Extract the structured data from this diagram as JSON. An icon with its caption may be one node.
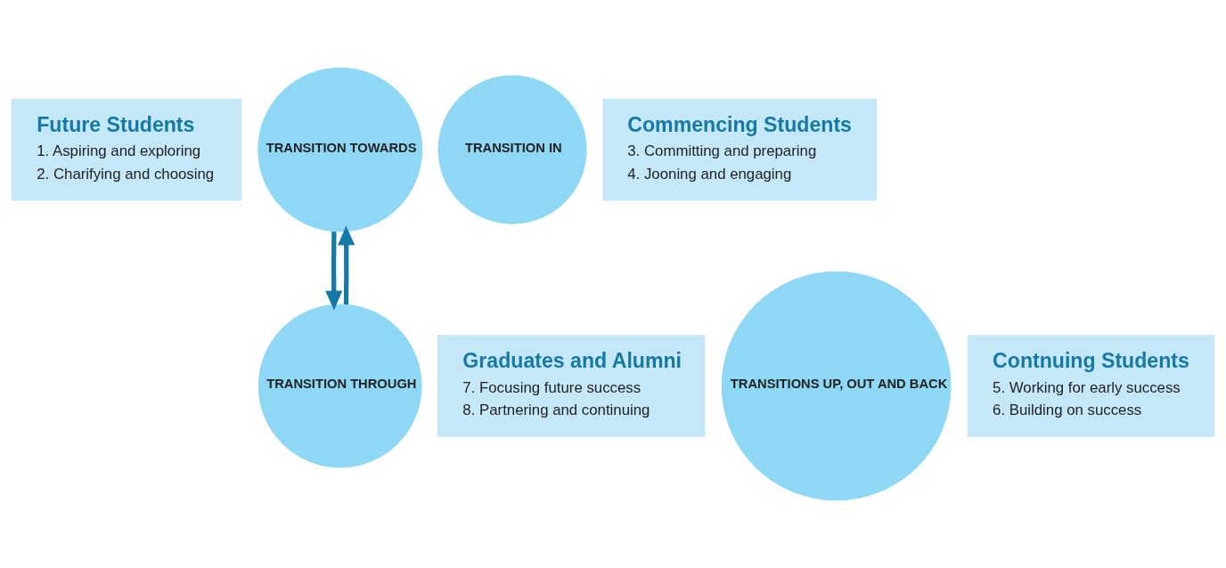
{
  "diagram": {
    "nodes": [
      {
        "text": [
          "Future Students",
          "1. Aspiring and exploring",
          "2. Charifying and choosing"
        ]
      },
      {
        "text": [
          "TRANSITION TOWARDS"
        ]
      },
      {
        "text": [
          "TRANSITION IN"
        ]
      },
      {
        "text": [
          "Commencing Students",
          "3. Committing and preparing",
          "4. Jooning and engaging"
        ]
      },
      {
        "text": [
          "Graduates and Alumni",
          "7. Focusing future success",
          "8. Partnering and continuing"
        ]
      },
      {
        "text": [
          "TRANSITIONS UP, OUT AND BACK"
        ]
      },
      {
        "text": [
          "TRANSITION THROUGH"
        ]
      },
      {
        "text": [
          "Contnuing Students",
          "5. Working for early success",
          "6. Building on success"
        ]
      }
    ],
    "edges": [
      {
        "from": 1,
        "to": 6,
        "arrow": "to"
      },
      {
        "from": 6,
        "to": 1,
        "arrow": "to"
      }
    ]
  }
}
